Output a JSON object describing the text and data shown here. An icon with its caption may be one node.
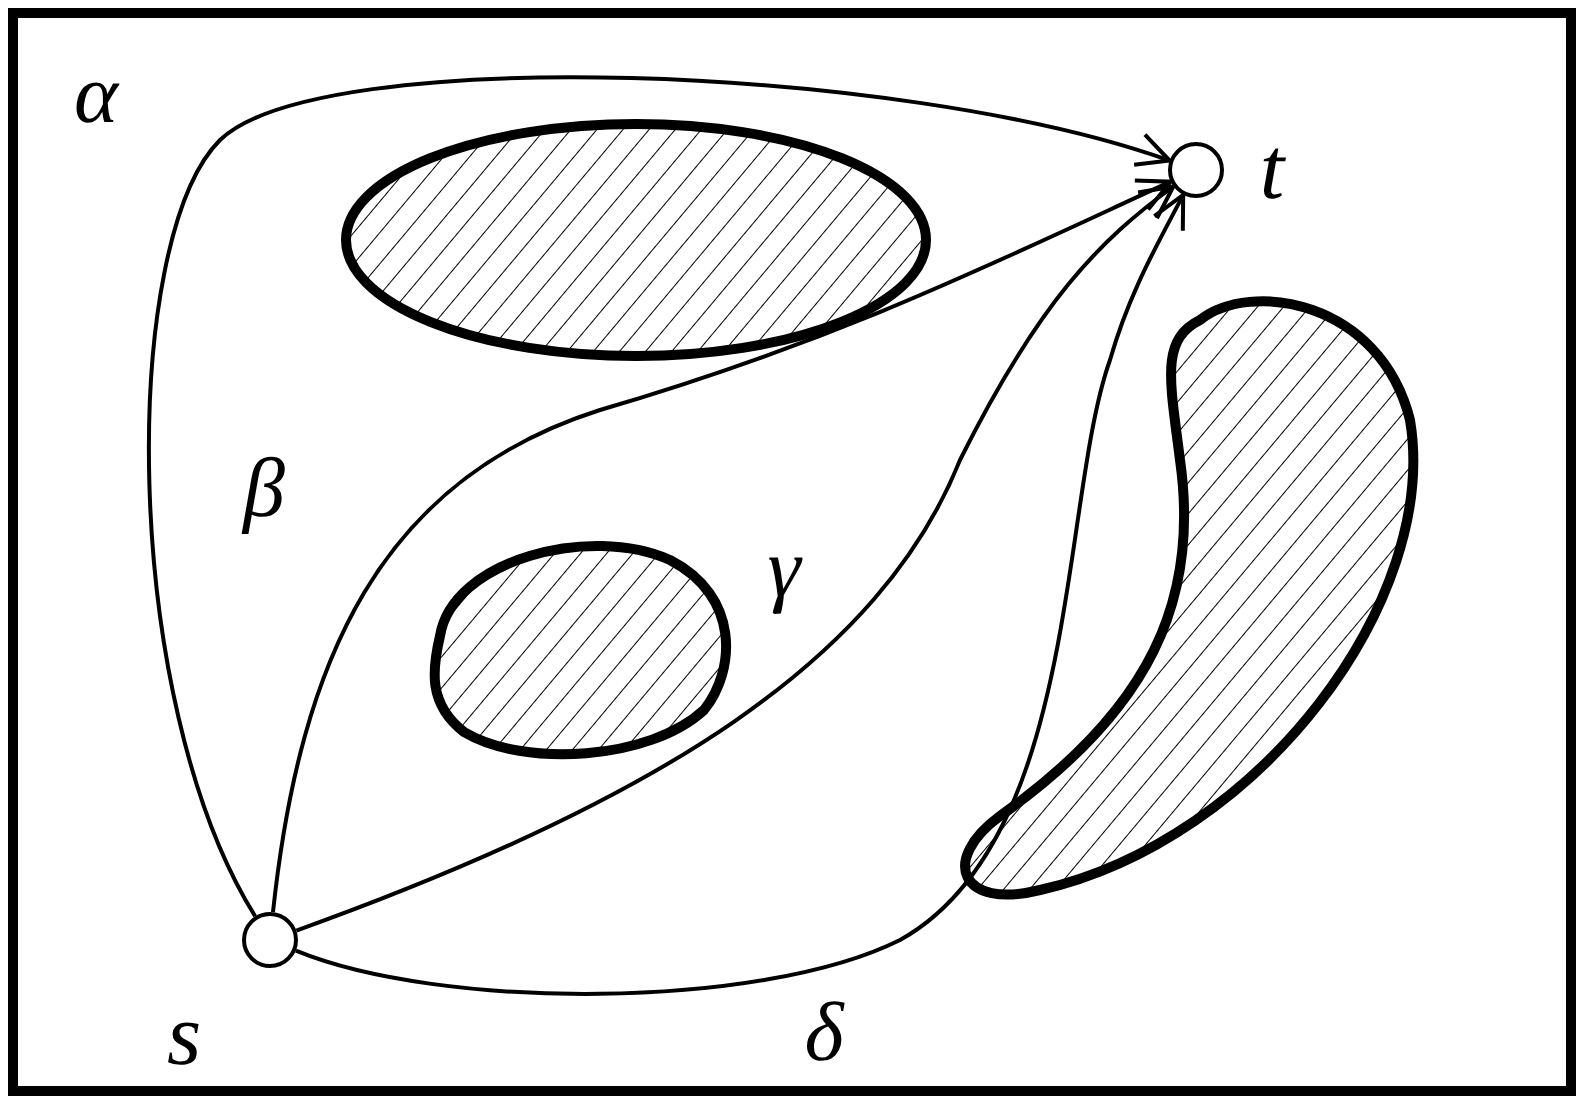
{
  "diagram": {
    "nodes": [
      {
        "text": [],
        "shape": "circle",
        "beside": [
          "s"
        ]
      },
      {
        "text": [],
        "shape": "circle",
        "beside": [
          "t"
        ]
      }
    ],
    "edges": [
      {
        "from": 0,
        "to": 1,
        "arrow": "to",
        "label": "α"
      },
      {
        "from": 0,
        "to": 1,
        "arrow": "to",
        "label": "β"
      },
      {
        "from": 0,
        "to": 1,
        "arrow": "to",
        "label": "γ"
      },
      {
        "from": 0,
        "to": 1,
        "arrow": "to",
        "label": "δ"
      }
    ]
  }
}
